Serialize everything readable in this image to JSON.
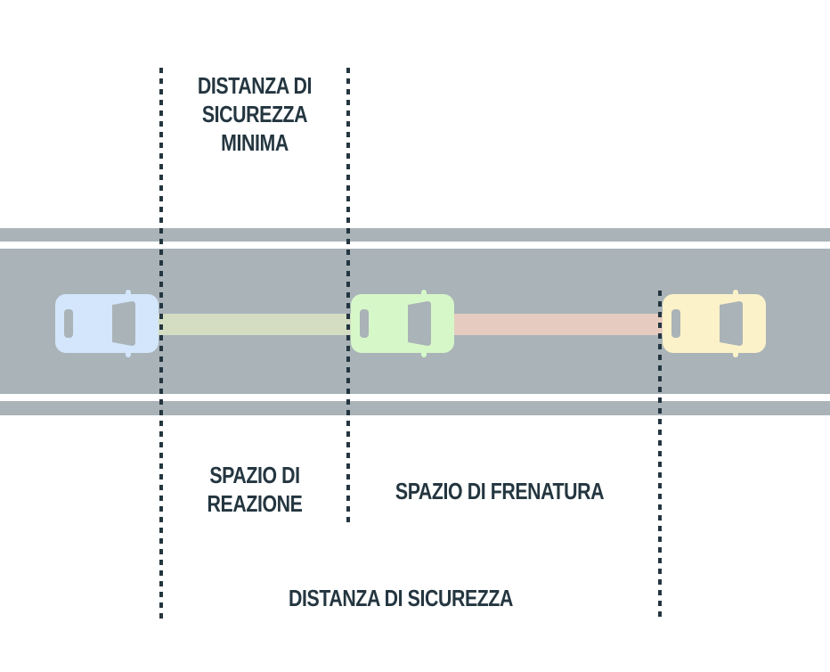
{
  "labels": {
    "min_distance": [
      "DISTANZA DI",
      "SICUREZZA",
      "MINIMA"
    ],
    "reaction_space": [
      "SPAZIO DI",
      "REAZIONE"
    ],
    "braking_space": "SPAZIO DI FRENATURA",
    "safety_distance": "DISTANZA DI SICUREZZA"
  },
  "colors": {
    "road": "#a9b3b8",
    "road_stripe": "#ffffff",
    "divider": "#243640",
    "text": "#243640",
    "car_blue": "#d3e6fb",
    "car_green": "#d6f7c8",
    "car_yellow": "#fcf2c9",
    "car_window": "#aab3b7",
    "reaction_bar": "#d4dcc2",
    "braking_bar": "#e6ccc0"
  },
  "cars": [
    {
      "name": "car-blue",
      "color_key": "car_blue"
    },
    {
      "name": "car-green",
      "color_key": "car_green"
    },
    {
      "name": "car-yellow",
      "color_key": "car_yellow"
    }
  ]
}
